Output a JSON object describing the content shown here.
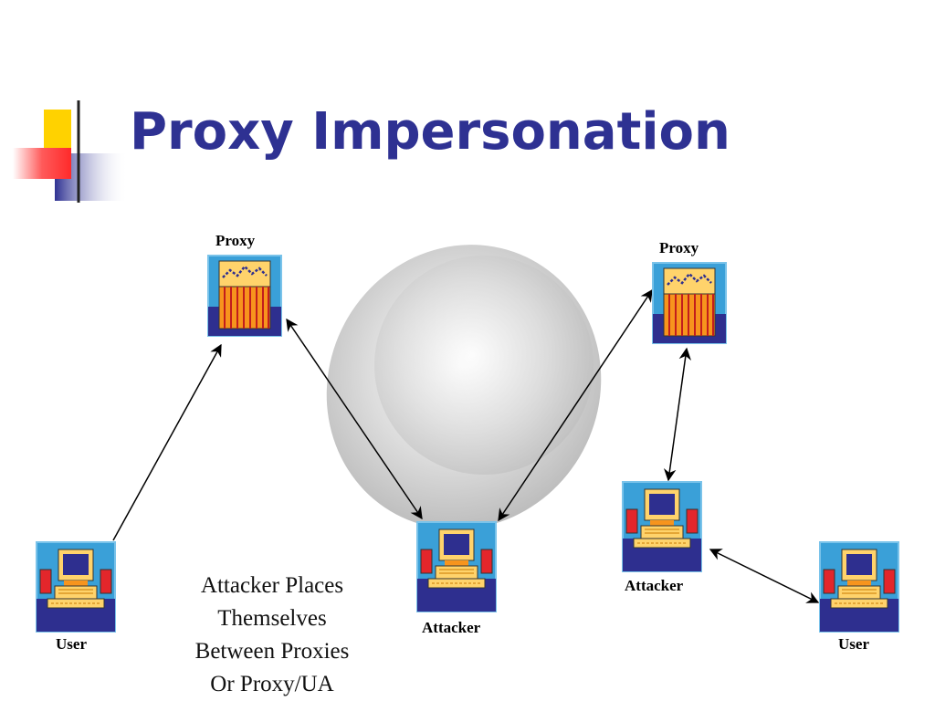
{
  "slide": {
    "title": "Proxy Impersonation",
    "caption": [
      "Attacker Places",
      "Themselves",
      "Between Proxies",
      "Or Proxy/UA"
    ]
  },
  "nodes": {
    "proxy_left": "Proxy",
    "proxy_right": "Proxy",
    "user_left": "User",
    "attacker_center": "Attacker",
    "attacker_right": "Attacker",
    "user_right": "User"
  },
  "colors": {
    "title": "#2e3192",
    "icon_bg": "#3aa0d8",
    "icon_navy": "#2e2f8f",
    "proxy_bars": "#f7941d",
    "accent_yellow": "#ffd200",
    "accent_red": "#ff3333"
  }
}
